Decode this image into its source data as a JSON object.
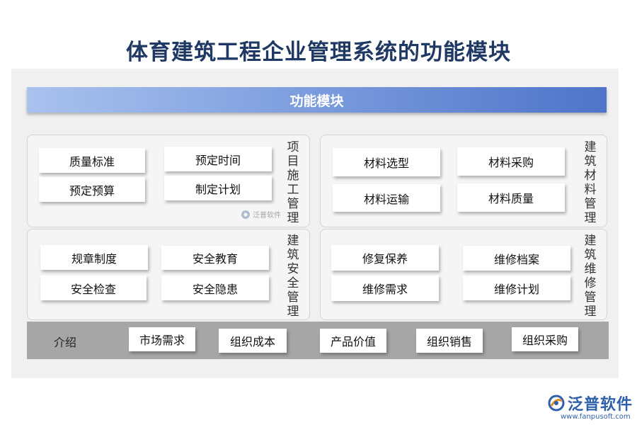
{
  "title": "体育建筑工程企业管理系统的功能模块",
  "banner": "功能模块",
  "groups": {
    "project": {
      "label": "项目施工管理",
      "items": [
        "质量标准",
        "预定时间",
        "预定预算",
        "制定计划"
      ]
    },
    "material": {
      "label": "建筑材料管理",
      "items": [
        "材料选型",
        "材料采购",
        "材料运输",
        "材料质量"
      ]
    },
    "safety": {
      "label": "建筑安全管理",
      "items": [
        "规章制度",
        "安全教育",
        "安全检查",
        "安全隐患"
      ]
    },
    "maintenance": {
      "label": "建筑维修管理",
      "items": [
        "修复保养",
        "维修档案",
        "维修需求",
        "维修计划"
      ]
    }
  },
  "intro": {
    "label": "介绍",
    "items": [
      "市场需求",
      "组织成本",
      "产品价值",
      "组织销售",
      "组织采购"
    ]
  },
  "watermark": {
    "brand": "泛普软件",
    "url": "www.fanpusoft.com"
  },
  "colors": {
    "title": "#1f3864",
    "banner_start": "#a9c2ee",
    "banner_end": "#4f74c9",
    "brand": "#2e5faa"
  }
}
